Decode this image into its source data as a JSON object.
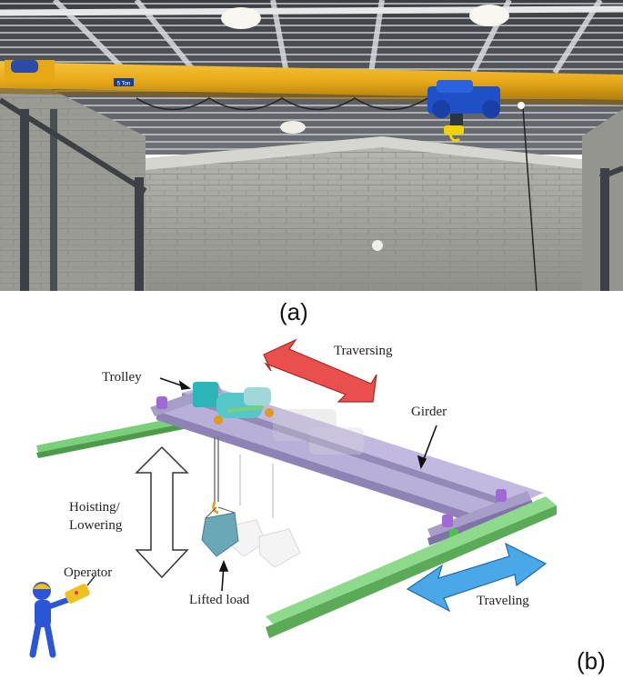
{
  "panel_a": {
    "caption": "(a)",
    "crane_plate": "5 Ton"
  },
  "panel_b": {
    "caption": "(b)",
    "labels": {
      "trolley": "Trolley",
      "traversing": "Traversing",
      "girder": "Girder",
      "hoisting": "Hoisting/",
      "lowering": "Lowering",
      "operator": "Operator",
      "lifted_load": "Lifted load",
      "traveling": "Traveling"
    },
    "colors": {
      "girder": "#a89cc8",
      "rail": "#7ccf7a",
      "trolley": "#2bb5b8",
      "traversing_arrow": "#e9504d",
      "traveling_arrow": "#4aa8e8",
      "operator": "#2a55d6",
      "load": "#6aa8b8"
    }
  }
}
